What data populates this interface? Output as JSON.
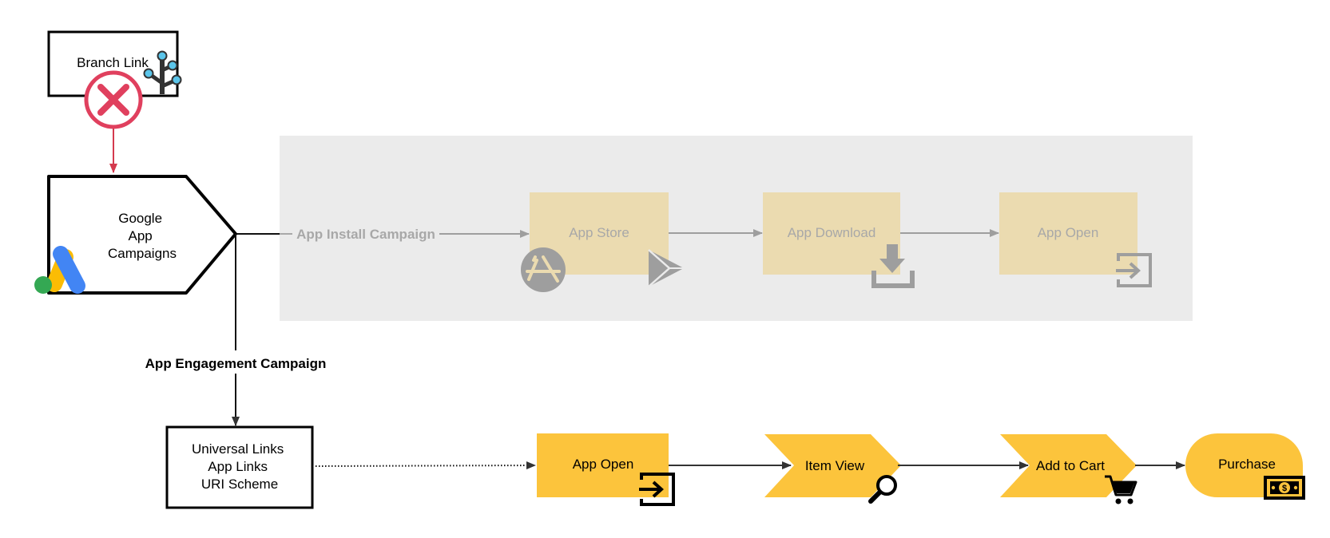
{
  "nodes": {
    "branch_link": {
      "label": "Branch Link"
    },
    "google_app_campaigns": {
      "lines": [
        "Google",
        "App",
        "Campaigns"
      ]
    },
    "install_campaign": {
      "edge_label": "App Install Campaign",
      "steps": {
        "app_store": "App Store",
        "app_download": "App Download",
        "app_open": "App Open"
      }
    },
    "engagement_edge_label": "App Engagement Campaign",
    "deep_links": {
      "lines": [
        "Universal Links",
        "App Links",
        "URI Scheme"
      ]
    },
    "engagement_steps": {
      "app_open": "App Open",
      "item_view": "Item View",
      "add_to_cart": "Add to Cart",
      "purchase": "Purchase"
    }
  },
  "colors": {
    "gray_panel": "#ebebeb",
    "gray_step": "#ebdbb0",
    "gray_text": "#a8a8a8",
    "gray_icon": "#9e9e9e",
    "yellow": "#fcc43c",
    "error_red": "#e0405e",
    "arrow_red": "#d43a4e",
    "branch_blue": "#5bc5ea",
    "ads_blue": "#4285f4",
    "ads_yellow": "#fbbc04",
    "ads_green": "#34a853",
    "ink": "#000000"
  },
  "icons": [
    "branch-tree-icon",
    "error-x-icon",
    "google-ads-icon",
    "app-store-icon",
    "google-play-icon",
    "download-icon",
    "open-app-icon",
    "magnifier-icon",
    "shopping-cart-icon",
    "money-icon"
  ]
}
